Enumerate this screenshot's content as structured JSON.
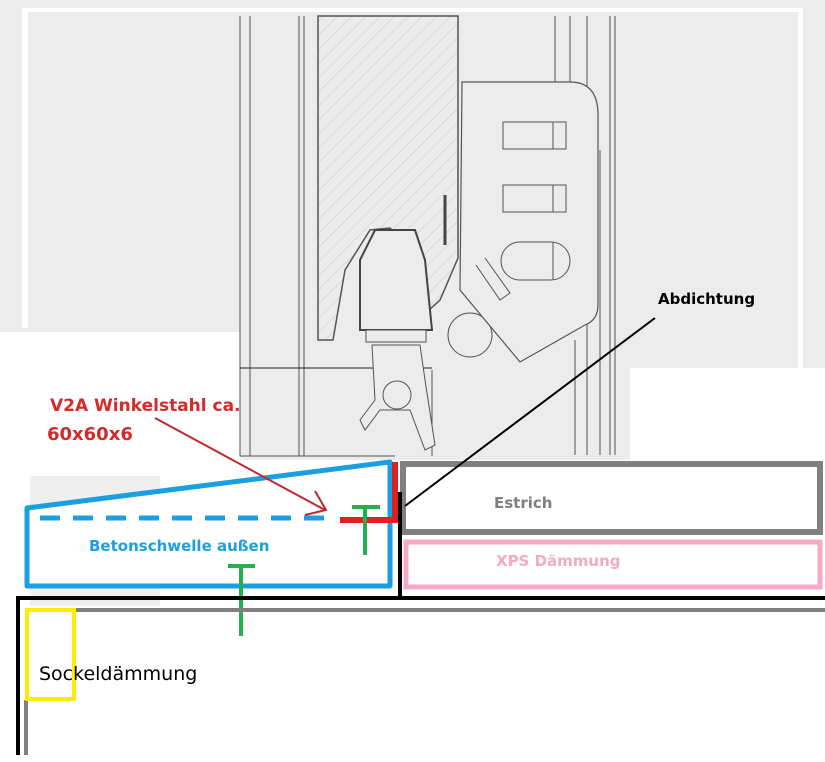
{
  "labels": {
    "abdichtung": "Abdichtung",
    "winkelstahl_line1": "V2A Winkelstahl ca.",
    "winkelstahl_line2": "60x60x6",
    "estrich": "Estrich",
    "xps": "XPS Dämmung",
    "betonschwelle": "Betonschwelle außen",
    "sockeldaemmung": "Sockeldämmung"
  },
  "colors": {
    "concrete": "#1a9fe0",
    "steel": "#e02020",
    "estrich": "#808080",
    "xps": "#f5a9c6",
    "anchor": "#22b14c",
    "plinth_insulation": "#ffec00",
    "text_red": "#d42a2a",
    "text_blue": "#1a9fe0",
    "text_gray": "#7f7f7f",
    "text_pink": "#f5a9c6"
  }
}
